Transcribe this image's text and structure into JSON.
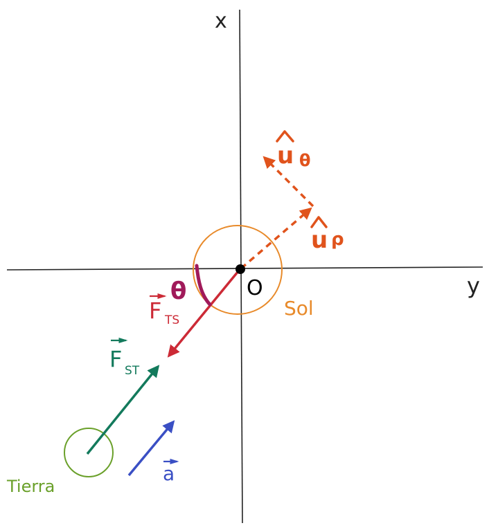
{
  "axes": {
    "vertical_label": "x",
    "horizontal_label": "y"
  },
  "origin_label": "O",
  "sun": {
    "label": "Sol"
  },
  "earth": {
    "label": "Tierra"
  },
  "angle_label": "θ",
  "vectors": {
    "u_theta": {
      "label": "u",
      "subscript": "θ"
    },
    "u_rho": {
      "label": "u",
      "subscript": "ρ"
    },
    "F_TS": {
      "label": "F",
      "subscript": "TS"
    },
    "F_ST": {
      "label": "F",
      "subscript": "ST"
    },
    "a": {
      "label": "a"
    }
  },
  "colors": {
    "axes": "#222222",
    "sun": "#e88a2a",
    "earth": "#6aa02a",
    "unit_vectors": "#e0531c",
    "F_TS": "#cc2a36",
    "F_ST": "#137a5c",
    "acceleration": "#3a4fc4",
    "angle": "#a01a5a",
    "origin": "#000000"
  }
}
